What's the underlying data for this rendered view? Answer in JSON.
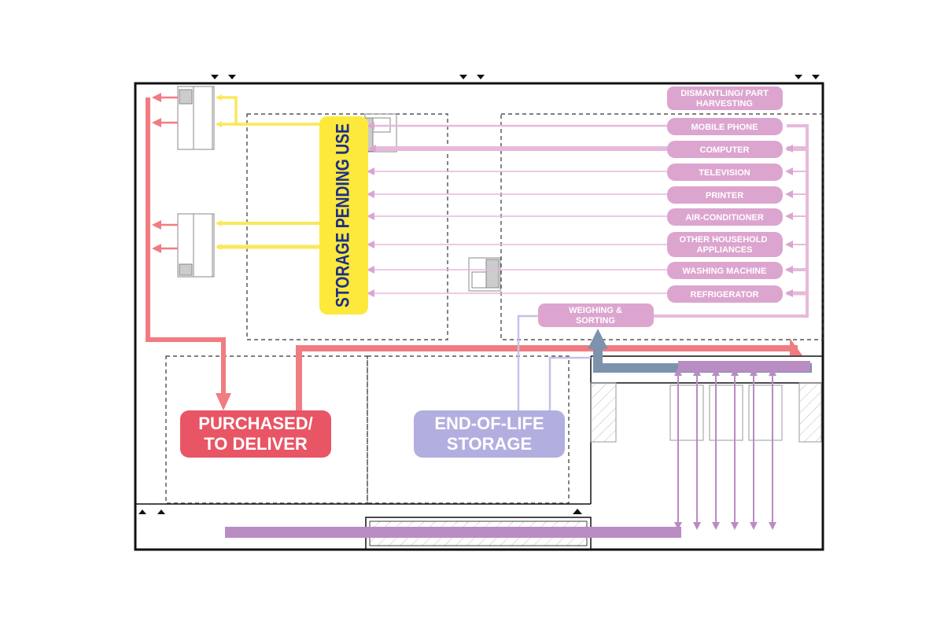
{
  "diagram": {
    "zones": {
      "storage_pending": "STORAGE PENDING USE",
      "purchased_line1": "PURCHASED/",
      "purchased_line2": "TO DELIVER",
      "eol_line1": "END-OF-LIFE",
      "eol_line2": "STORAGE",
      "weighing_line1": "WEIGHING &",
      "weighing_line2": "SORTING",
      "dismantling_line1": "DISMANTLING/ PART",
      "dismantling_line2": "HARVESTING"
    },
    "categories": [
      "MOBILE PHONE",
      "COMPUTER",
      "TELEVISION",
      "PRINTER",
      "AIR-CONDITIONER",
      "OTHER HOUSEHOLD APPLIANCES",
      "WASHING MACHINE",
      "REFRIGERATOR"
    ],
    "colors": {
      "pink": "#dca5cf",
      "pink_line": "#e7b9dc",
      "yellow": "#fde93b",
      "yellow_arrow": "#fbe85b",
      "red": "#e85565",
      "red_arrow": "#f07c82",
      "lavender": "#b3aee0",
      "lavender_line": "#c4c1e8",
      "purple": "#b98cc3",
      "steel": "#7d93ad",
      "navy": "#1e2f8a",
      "wall": "#111111"
    }
  }
}
